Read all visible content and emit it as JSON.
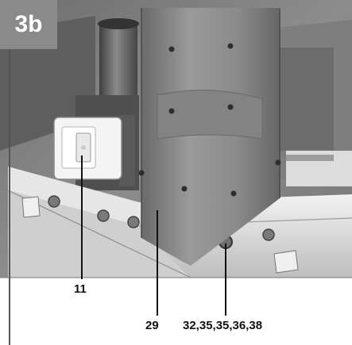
{
  "figure": {
    "badge": "3b",
    "callouts": [
      {
        "id": "switch",
        "text": "11"
      },
      {
        "id": "column",
        "text": "29"
      },
      {
        "id": "bolts",
        "text": "32,35,35,36,38"
      }
    ]
  },
  "colors": {
    "badge_bg": "#8a8a8a",
    "badge_text": "#ffffff",
    "label_text": "#111111",
    "frame_line": "#555555"
  }
}
